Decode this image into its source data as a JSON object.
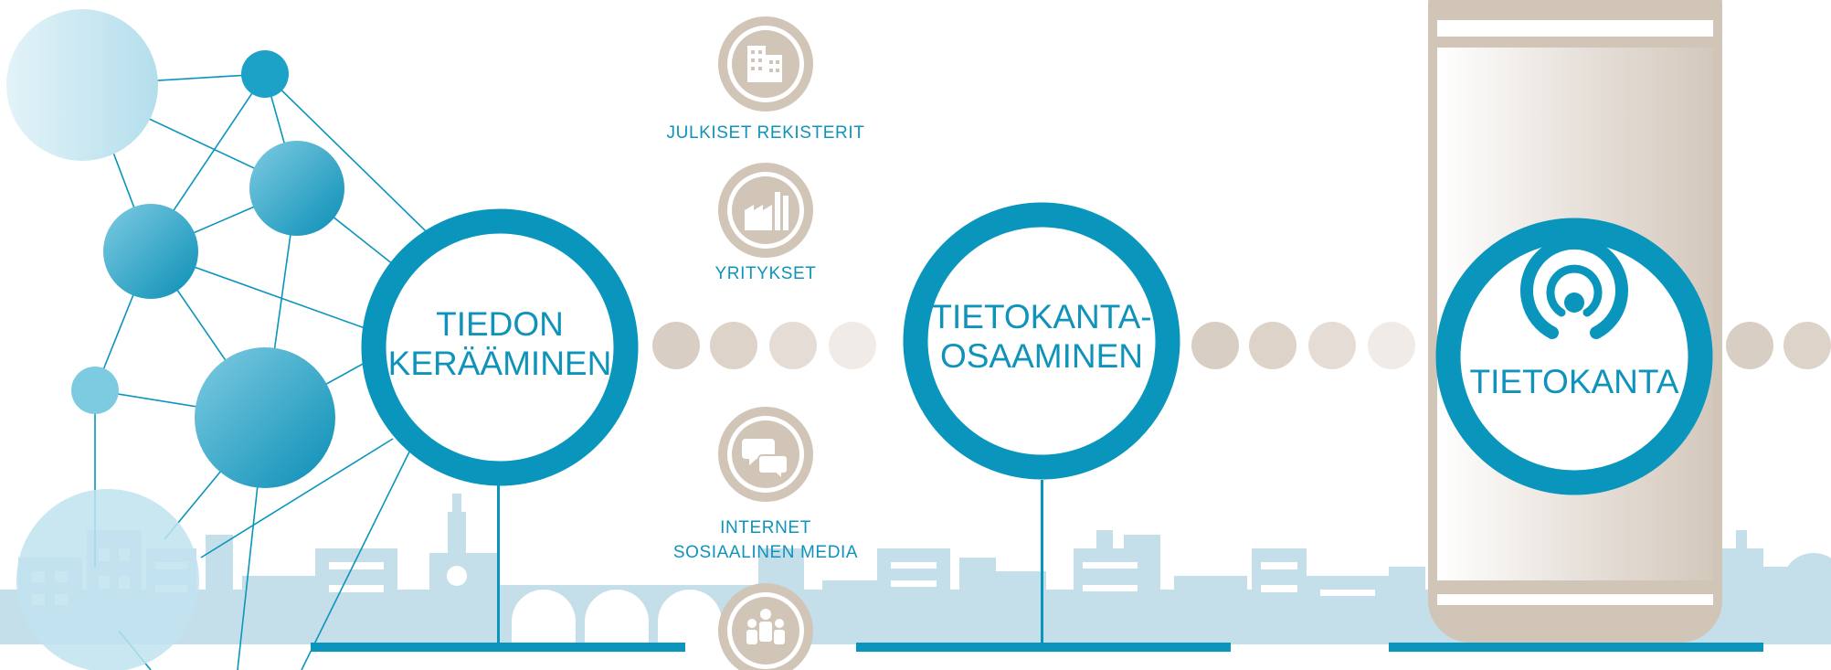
{
  "sources": {
    "registers": "JULKISET REKISTERIT",
    "companies": "YRITYKSET",
    "internet_line1": "INTERNET",
    "internet_line2": "SOSIAALINEN MEDIA"
  },
  "stages": {
    "collection_line1": "TIEDON",
    "collection_line2": "KERÄÄMINEN",
    "expertise_line1": "TIETOKANTA-",
    "expertise_line2": "OSAAMINEN",
    "database": "TIETOKANTA"
  },
  "colors": {
    "primary_blue": "#0a95bd",
    "beige": "#cdbfb0",
    "city_silhouette": "#c5dfea",
    "network_light": "#bfe3ef"
  },
  "icons": {
    "registers": "office-building-icon",
    "companies": "factory-icon",
    "internet": "chat-bubbles-icon",
    "people": "people-group-icon",
    "database": "database-logo-icon"
  }
}
